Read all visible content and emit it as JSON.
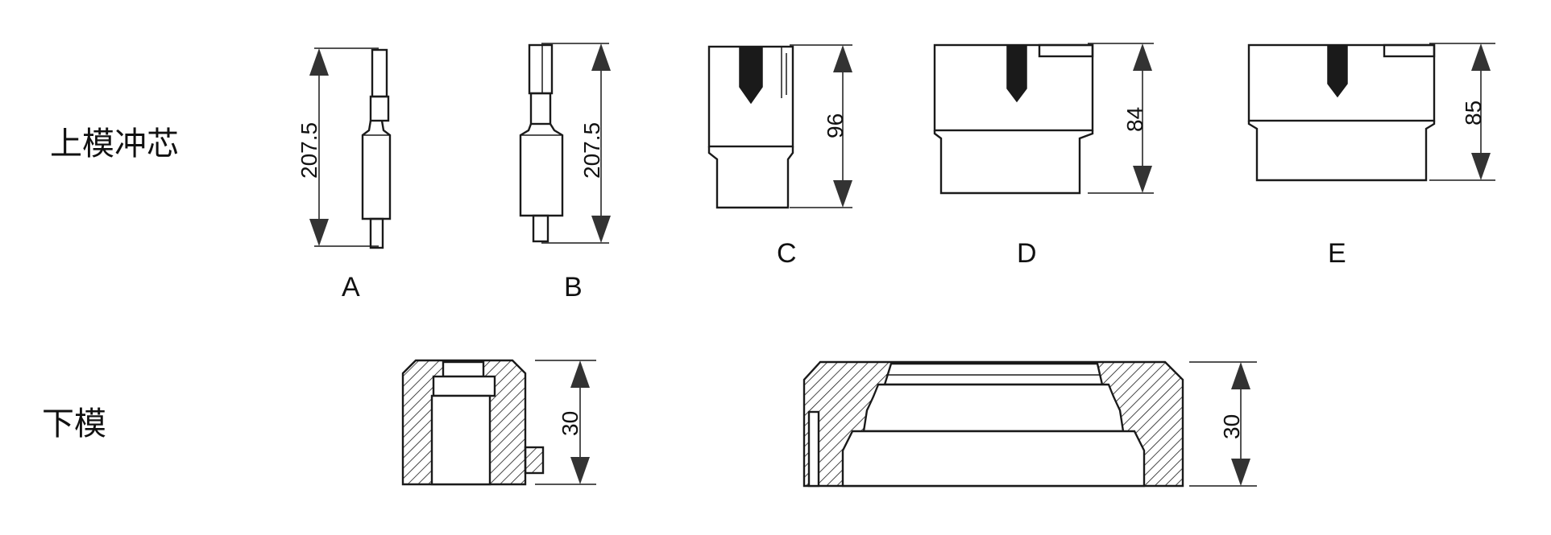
{
  "rows": {
    "upper": "上模冲芯",
    "lower": "下模"
  },
  "parts": {
    "a": {
      "label": "A",
      "dimension": "207.5"
    },
    "b": {
      "label": "B",
      "dimension": "207.5"
    },
    "c": {
      "label": "C",
      "dimension": "96"
    },
    "d": {
      "label": "D",
      "dimension": "84"
    },
    "e": {
      "label": "E",
      "dimension": "85"
    }
  },
  "lower_dies": {
    "small": {
      "dimension": "30"
    },
    "large": {
      "dimension": "30"
    }
  },
  "colors": {
    "line": "#1a1a1a",
    "arrow": "#333333",
    "background": "#ffffff"
  }
}
